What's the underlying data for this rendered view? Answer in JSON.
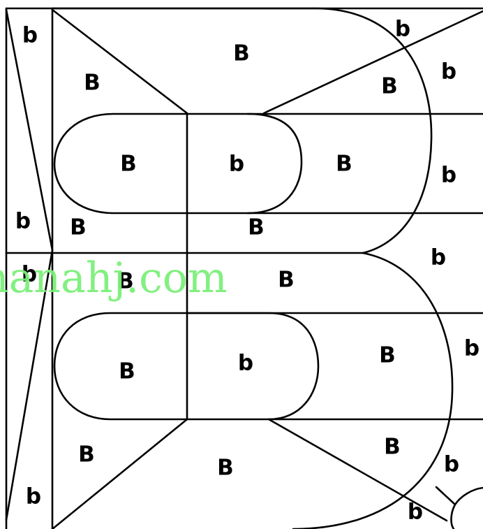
{
  "watermark": "nanahj.com",
  "colors": {
    "line": "#000000",
    "background": "#ffffff",
    "watermark": "#7cf07a"
  },
  "labels": [
    "b",
    "B",
    "B",
    "b",
    "B",
    "b",
    "B",
    "b",
    "B",
    "b",
    "b",
    "B",
    "B",
    "b",
    "b",
    "B",
    "B",
    "B",
    "b",
    "B",
    "b",
    "B",
    "B",
    "B",
    "b",
    "b",
    "b"
  ]
}
